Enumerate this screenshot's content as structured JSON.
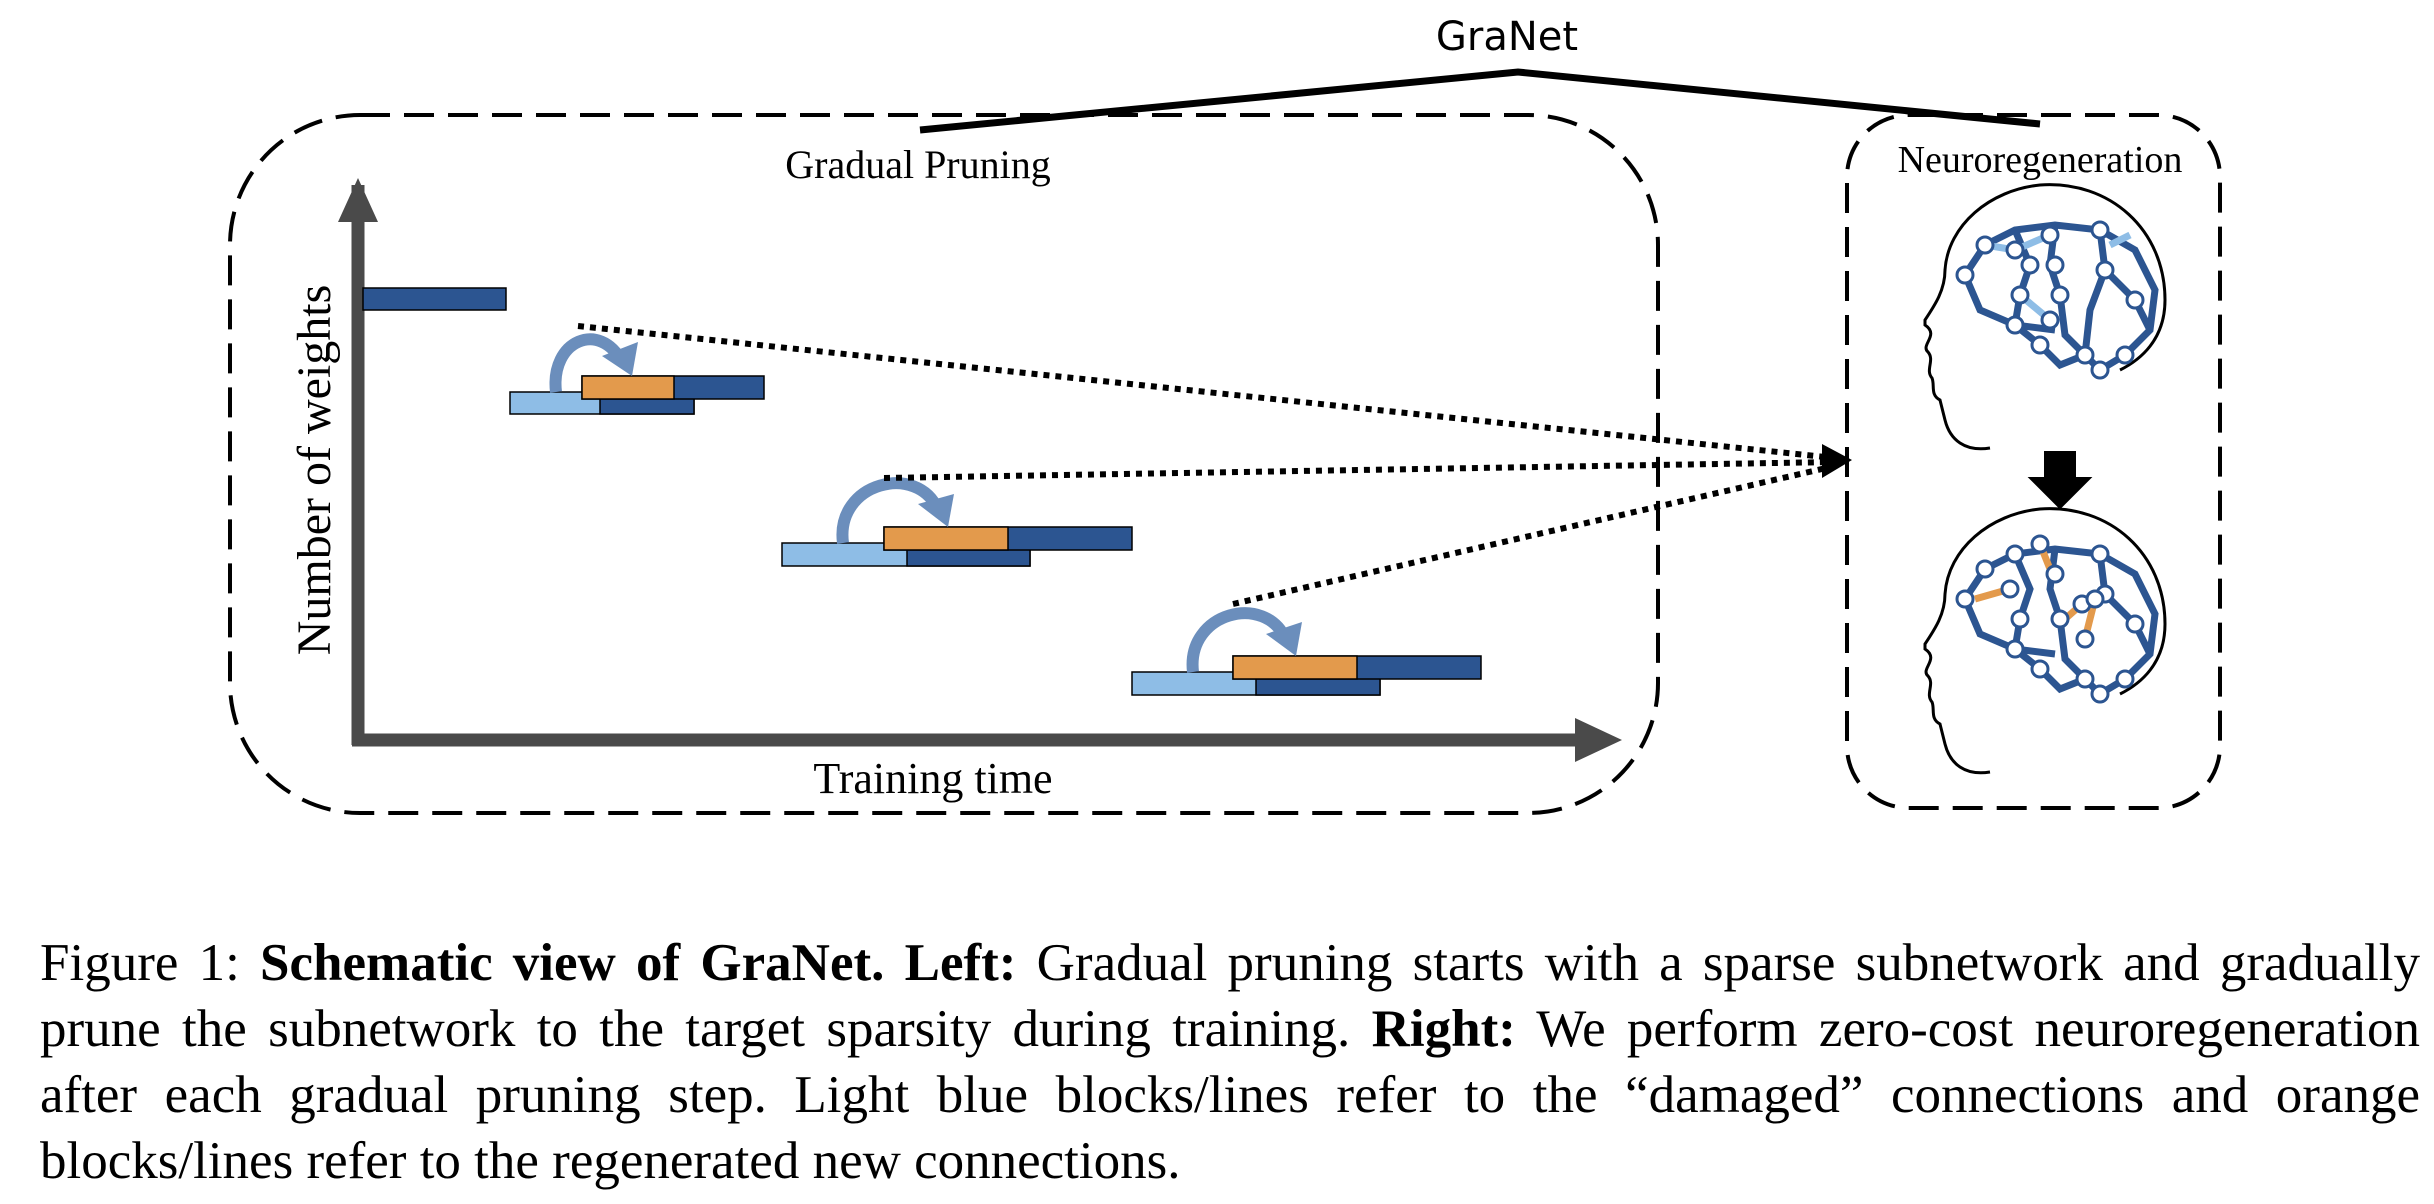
{
  "figure": {
    "title": "GraNet",
    "left_panel": {
      "label": "Gradual Pruning",
      "x_axis_label": "Training time",
      "y_axis_label": "Number of weights"
    },
    "right_panel": {
      "label": "Neuroregeneration"
    },
    "colors": {
      "dense_block": "#2c5591",
      "pruned_block": "#8ebde6",
      "regrown_block": "#e39a4c",
      "arrow": "#6b8ebc",
      "axis": "#4a4a4a",
      "brain_net": "#2c5591",
      "brain_damaged": "#8ebde6",
      "brain_regrown": "#e39a4c"
    }
  },
  "caption": {
    "prefix": "Figure 1: ",
    "bold_title": "Schematic view of GraNet.",
    "left_label": " Left:",
    "left_text": " Gradual pruning starts with a sparse subnetwork and gradually prune the subnetwork to the target sparsity during training.",
    "right_label": " Right:",
    "right_text": " We perform zero-cost neuroregeneration after each gradual pruning step. Light blue blocks/lines refer to the “damaged” connections and orange blocks/lines refer to the regenerated new connections."
  }
}
